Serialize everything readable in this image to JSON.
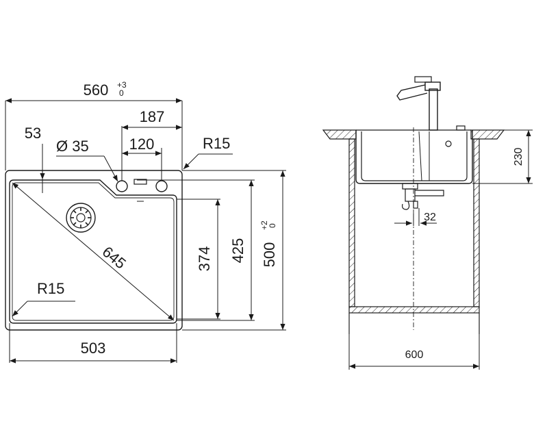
{
  "top_view": {
    "overall_width": "560",
    "overall_width_tol_upper": "+3",
    "overall_width_tol_lower": "0",
    "tap_offset": "187",
    "hole_spacing": "120",
    "hole_diameter": "Ø 35",
    "edge_offset": "53",
    "corner_radius_outer": "R15",
    "corner_radius_inner": "R15",
    "diagonal": "645",
    "bowl_depth": "374",
    "bowl_length": "425",
    "overall_depth": "500",
    "overall_depth_tol_upper": "+2",
    "overall_depth_tol_lower": "0",
    "bowl_width": "503"
  },
  "side_view": {
    "bowl_height": "230",
    "drain_offset": "32",
    "cabinet_width": "600"
  }
}
